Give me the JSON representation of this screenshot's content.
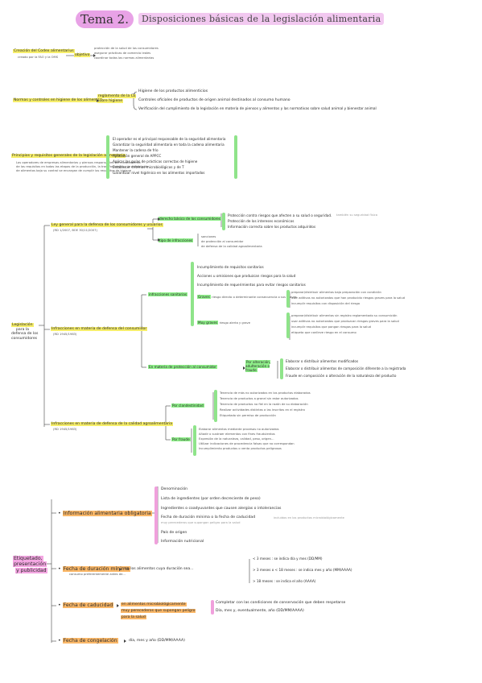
{
  "title": {
    "tema": "Tema 2.",
    "subtitle": "Disposiciones básicas de la legislación alimentaria"
  },
  "sec1": {
    "head": "Creación del Codex alimentarius",
    "head2": "creado por la FAO y la OMS",
    "mid": "objetivo",
    "items": [
      "protección de la salud de los consumidores",
      "asegurar prácticas de comercio leales",
      "coordinar todas las normas alimentarias"
    ]
  },
  "sec2": {
    "head": "Normas y controles en higiene de los alimentos",
    "mid": "reglamento de la CE sobre higiene",
    "items": [
      "Higiene de los productos alimenticios",
      "Controles oficiales de productos de origen animal destinados al consumo humano",
      "Verificación del cumplimiento de la legislación en materia de piensos y alimentos y las normativas sobre salud animal y bienestar animal"
    ]
  },
  "sec3": {
    "head": "Principios y requisitos generales de la legislación alimentaria",
    "note1": "Los operadores de empresas alimentarias y piensos responsables del cumplimiento",
    "note2": "de los requisitos en todas las etapas de la producción, la transformación y la distribución",
    "note3": "de alimentos bajo su control se encargan de cumplir los requisitos de higiene",
    "items": [
      "El operador es el principal responsable de la seguridad alimentaria",
      "Garantizar la seguridad alimentaria en toda la cadena alimentaria",
      "Mantener la cadena de frío",
      "Aplicación general de APPCC",
      "Aplicar las guías de prácticas correctas de higiene",
      "Establecer criterios microbiológicos y de T",
      "Garantizar nivel higiénico en los alimentos importados"
    ]
  },
  "sec4": {
    "side": [
      "Legislación",
      "para la",
      "defensa de los",
      "consumidores"
    ],
    "b1": {
      "head": "Ley general para la defensa de los consumidores y usuarios",
      "sub": "(RD 1/2007, BOE 30/11/2007)",
      "c1": "derecho básico de los consumidores",
      "c1items": [
        "Protección contra riesgos que afecten a su salud o seguridad.",
        "Protección de los intereses económicos",
        "Información correcta sobre los productos adquiridos"
      ],
      "c1faint": "también su seguridad física",
      "c2": "tipo de infracciones",
      "c2items": [
        "sanciones",
        "de protección al consumidor",
        "de defensa de la calidad agroalimentaria"
      ]
    },
    "b2": {
      "head": "Infracciones en materia de defensa del consumidor",
      "sub": "(RD 1945/1983)",
      "c1": "infracciones sanitarias",
      "c1items": [
        "Incumplimiento de requisitos sanitarios",
        "Acciones u omisiones que produzcan riesgos para la salud",
        "Incumplimiento de requerimientos para evitar riesgos sanitarios"
      ],
      "graves": "Graves",
      "gravesdesc": "riesgo directo o determinante consecuencia o sus graves",
      "gravesitems": [
        "preparar/distribuir alimentos bajo preparación con condición",
        "usar aditivos no autorizados que han producido riesgos graves para la salud",
        "incumplir requisitos con disposición del riesgo"
      ],
      "muygraves": "Muy graves",
      "muygravesdesc": "riesgo alerta y grave",
      "muygravesitems": [
        "preparar/distribuir alimentos sin registro reglamentado su consumición",
        "usar aditivos no autorizados que produzcan riesgos graves para la salud",
        "incumplir requisitos que pongan riesgos para la salud",
        "etiqueta que conlleve riesgo en el consumo"
      ],
      "c2": "En materia de protección al consumidor",
      "c2mid": "Por alteración, adulteración o fraude",
      "c2items": [
        "Elaborar o distribuir alimentos modificados",
        "Elaborar o distribuir alimentos de composición diferente a la registrada",
        "Fraude en composición o alteración de la naturaleza del producto"
      ]
    },
    "b3": {
      "head": "Infracciones en materia de defensa de la calidad agroalimentaria",
      "sub": "(RD 1945/1983)",
      "c1": "Por clandestinidad",
      "c1items": [
        "Tenencia de más no autorizados en los productos elaborados",
        "Tenencia de productos a granel sin estar autorizados",
        "Tenencia de productos no fiel en la razón de su elaboración",
        "Realizar actividades distintas a las inscritas en el registro",
        "Etiquetado sin permiso de producción"
      ],
      "c2": "Por fraude",
      "c2items": [
        "Elaborar alimentos mediante procesos no autorizados",
        "Añadir o sustraer elementos con fines fraudulentos",
        "Expresión de la naturaleza, calidad, peso, origen...",
        "Utilizar indicaciones de procedencia falsas que no correspondan",
        "Incumplimiento productos o venta productos peligrosos"
      ]
    }
  },
  "sec5": {
    "side": [
      "Etiquetado,",
      "presentación",
      "y publicidad"
    ],
    "a": {
      "head": "Información alimentaria obligatoria",
      "items": [
        "Denominación",
        "Lista de ingredientes (por orden decreciente de peso)",
        "Ingredientes o coadyuvantes que causen alergias o intolerancias",
        "Fecha de duración mínima o la fecha de caducidad",
        "País de origen",
        "Información nutricional"
      ],
      "faint1": "incluidos en los productos microbiológicamente",
      "faint2": "muy perecederos que supongan peligro para la salud"
    },
    "b": {
      "head": "Fecha de duración mínima",
      "text": "en los alimentos cuya duración sea...",
      "faint": "consumo preferentemente antes de...",
      "items": [
        "< 3 meses : se indica día y mes (DD/MM)",
        "> 3 meses o < 18 meses : se indica mes y año (MM/AAAA)",
        "> 18 meses : se indica el año (AAAA)"
      ]
    },
    "c": {
      "head": "Fecha de caducidad",
      "mid1": "en alimentos microbiológicamente",
      "mid2": "muy perecederos que supongan peligro",
      "mid3": "para la salud",
      "items": [
        "Completar con las condiciones de conservación que deben respetarse",
        "Día, mes y, eventualmente, año (DD/MM/AAAA)"
      ]
    },
    "d": {
      "head": "Fecha de congelación",
      "text": "día, mes y año (DD/MM/AAAA)"
    }
  }
}
